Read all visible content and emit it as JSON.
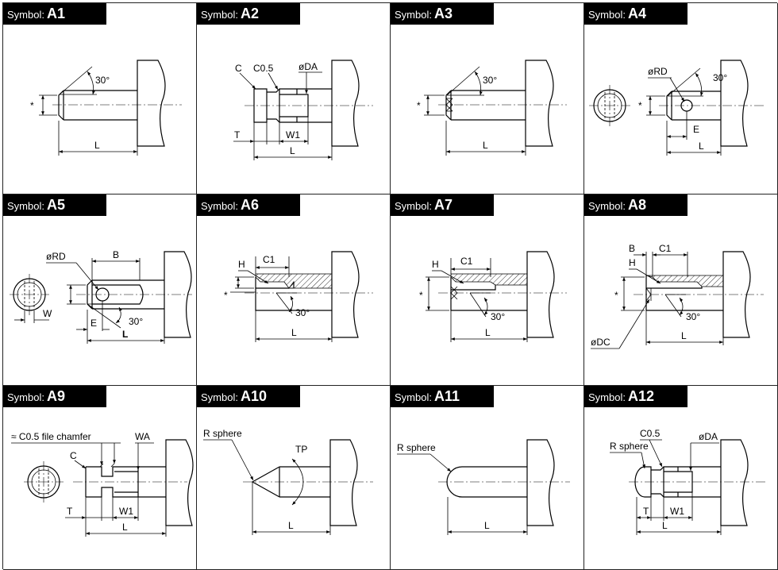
{
  "header_prefix": "Symbol:",
  "cells": [
    {
      "code": "A1",
      "labels": {
        "angle": "30°",
        "star": "*",
        "L": "L"
      }
    },
    {
      "code": "A2",
      "labels": {
        "C": "C",
        "C05": "C0.5",
        "DA": "øDA",
        "T": "T",
        "W1": "W1",
        "L": "L"
      }
    },
    {
      "code": "A3",
      "labels": {
        "angle": "30°",
        "star": "*",
        "L": "L"
      }
    },
    {
      "code": "A4",
      "labels": {
        "RD": "øRD",
        "angle": "30°",
        "star": "*",
        "E": "E",
        "L": "L"
      }
    },
    {
      "code": "A5",
      "labels": {
        "RD": "øRD",
        "B": "B",
        "W": "W",
        "E": "E",
        "angle": "30°",
        "L": "L"
      }
    },
    {
      "code": "A6",
      "labels": {
        "H": "H",
        "C1": "C1",
        "star": "*",
        "angle": "30°",
        "L": "L"
      }
    },
    {
      "code": "A7",
      "labels": {
        "H": "H",
        "C1": "C1",
        "star": "*",
        "angle": "30°",
        "L": "L"
      }
    },
    {
      "code": "A8",
      "labels": {
        "B": "B",
        "C1": "C1",
        "H": "H",
        "star": "*",
        "angle": "30°",
        "DC": "øDC",
        "L": "L"
      }
    },
    {
      "code": "A9",
      "labels": {
        "chamfer": "≈ C0.5 file chamfer",
        "C": "C",
        "WA": "WA",
        "T": "T",
        "W1": "W1",
        "L": "L"
      }
    },
    {
      "code": "A10",
      "labels": {
        "Rsphere": "R sphere",
        "TP": "TP",
        "L": "L"
      }
    },
    {
      "code": "A11",
      "labels": {
        "Rsphere": "R sphere",
        "L": "L"
      }
    },
    {
      "code": "A12",
      "labels": {
        "C05": "C0.5",
        "Rsphere": "R sphere",
        "DA": "øDA",
        "T": "T",
        "W1": "W1",
        "L": "L"
      }
    }
  ]
}
